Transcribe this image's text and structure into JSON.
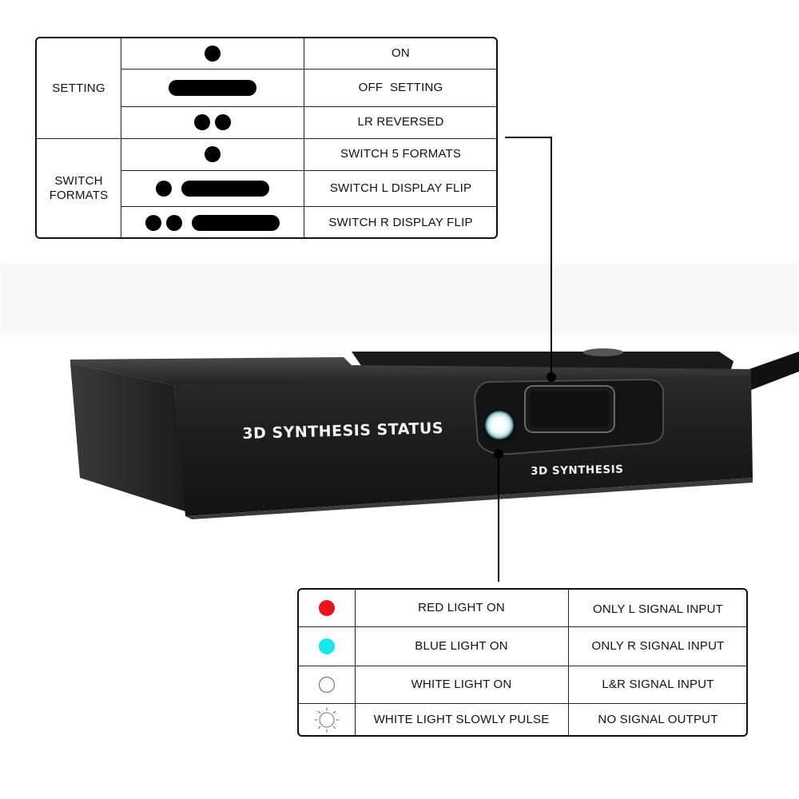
{
  "setting_table": {
    "group_setting": "SETTING",
    "group_switch": "SWITCH\nFORMATS",
    "rows": [
      {
        "pattern": "dot",
        "action": "ON"
      },
      {
        "pattern": "bar",
        "action": "OFF  SETTING"
      },
      {
        "pattern": "dot-dot",
        "action": "LR REVERSED"
      },
      {
        "pattern": "dot",
        "action": "SWITCH 5 FORMATS"
      },
      {
        "pattern": "dot-bar",
        "action": "SWITCH L DISPLAY FLIP"
      },
      {
        "pattern": "dot-dot-bar",
        "action": "SWITCH R DISPLAY FLIP"
      }
    ]
  },
  "device": {
    "status_label": "3D SYNTHESIS STATUS",
    "button_label": "3D SYNTHESIS"
  },
  "light_table": {
    "rows": [
      {
        "icon": "red-dot-icon",
        "color": "#e8141e",
        "light": "RED LIGHT ON",
        "meaning": "ONLY L SIGNAL INPUT"
      },
      {
        "icon": "cyan-dot-icon",
        "color": "#19e6e6",
        "light": "BLUE LIGHT ON",
        "meaning": "ONLY R SIGNAL INPUT"
      },
      {
        "icon": "white-circle-icon",
        "color": "#ffffff",
        "light": "WHITE LIGHT ON",
        "meaning": "L&R SIGNAL INPUT"
      },
      {
        "icon": "pulse-sun-icon",
        "color": "#ffffff",
        "light": "WHITE LIGHT SLOWLY PULSE",
        "meaning": "NO SIGNAL OUTPUT"
      }
    ]
  }
}
